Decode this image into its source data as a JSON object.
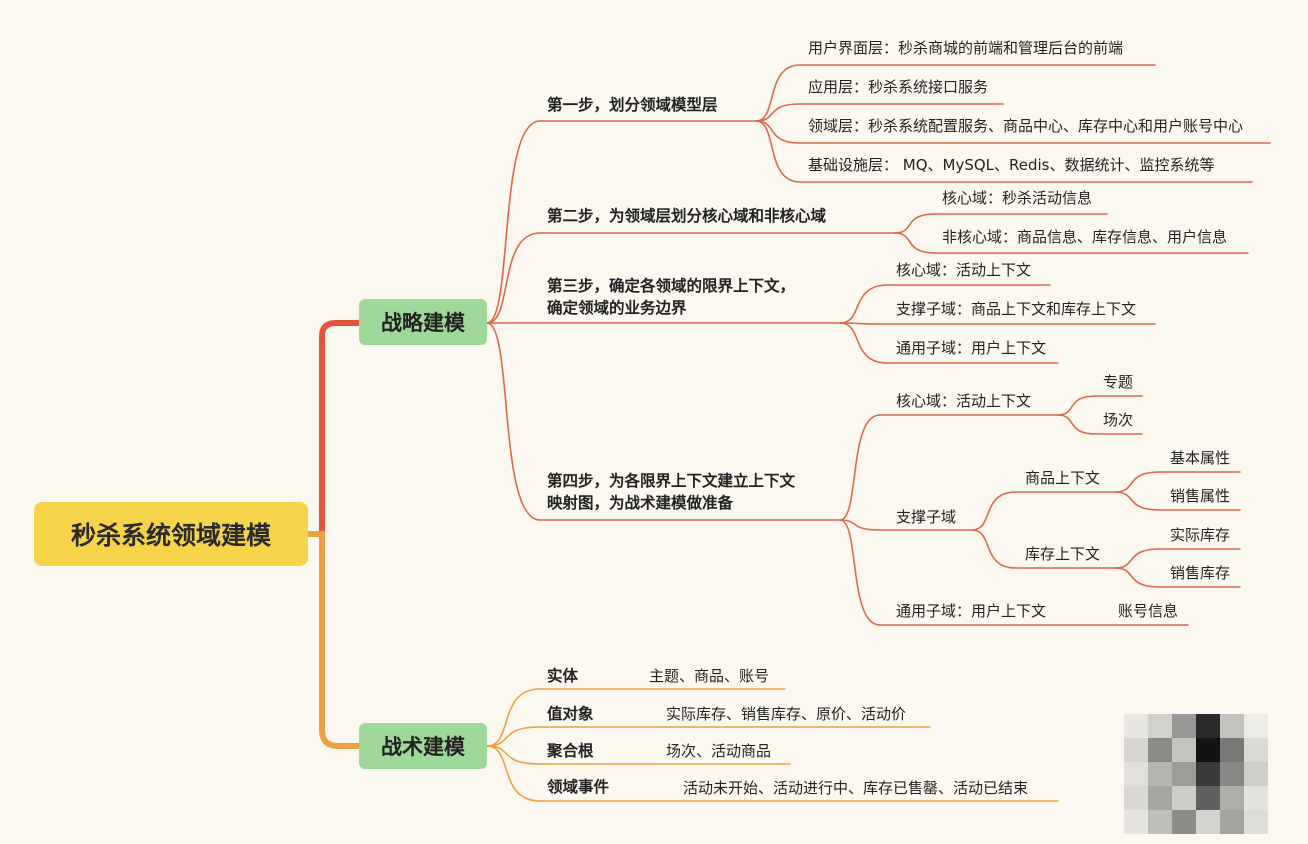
{
  "root": "秒杀系统领域建模",
  "strategic": {
    "label": "战略建模",
    "step1": {
      "label": "第一步，划分领域模型层",
      "items": [
        "用户界面层：秒杀商城的前端和管理后台的前端",
        "应用层：秒杀系统接口服务",
        "领域层：秒杀系统配置服务、商品中心、库存中心和用户账号中心",
        "基础设施层： MQ、MySQL、Redis、数据统计、监控系统等"
      ]
    },
    "step2": {
      "label": "第二步，为领域层划分核心域和非核心域",
      "items": [
        "核心域：秒杀活动信息",
        "非核心域：商品信息、库存信息、用户信息"
      ]
    },
    "step3": {
      "line1": "第三步，确定各领域的限界上下文，",
      "line2": "确定领域的业务边界",
      "items": [
        "核心域：活动上下文",
        "支撑子域：商品上下文和库存上下文",
        "通用子域：用户上下文"
      ]
    },
    "step4": {
      "line1": "第四步，为各限界上下文建立上下文",
      "line2": "映射图，为战术建模做准备",
      "core": {
        "label": "核心域：活动上下文",
        "children": [
          "专题",
          "场次"
        ]
      },
      "support": {
        "label": "支撑子域",
        "product": {
          "label": "商品上下文",
          "children": [
            "基本属性",
            "销售属性"
          ]
        },
        "stock": {
          "label": "库存上下文",
          "children": [
            "实际库存",
            "销售库存"
          ]
        }
      },
      "generic": {
        "label": "通用子域：用户上下文",
        "children": [
          "账号信息"
        ]
      }
    }
  },
  "tactical": {
    "label": "战术建模",
    "items": [
      {
        "name": "实体",
        "value": "主题、商品、账号"
      },
      {
        "name": "值对象",
        "value": "实际库存、销售库存、原价、活动价"
      },
      {
        "name": "聚合根",
        "value": "场次、活动商品"
      },
      {
        "name": "领域事件",
        "value": "活动未开始、活动进行中、库存已售罄、活动已结束"
      }
    ]
  },
  "colors": {
    "root": "#f5d44a",
    "level1": "#9fd99a",
    "strategic_line": "#e2553c",
    "tactical_line": "#eea040",
    "branch_line": "#e0664a"
  }
}
